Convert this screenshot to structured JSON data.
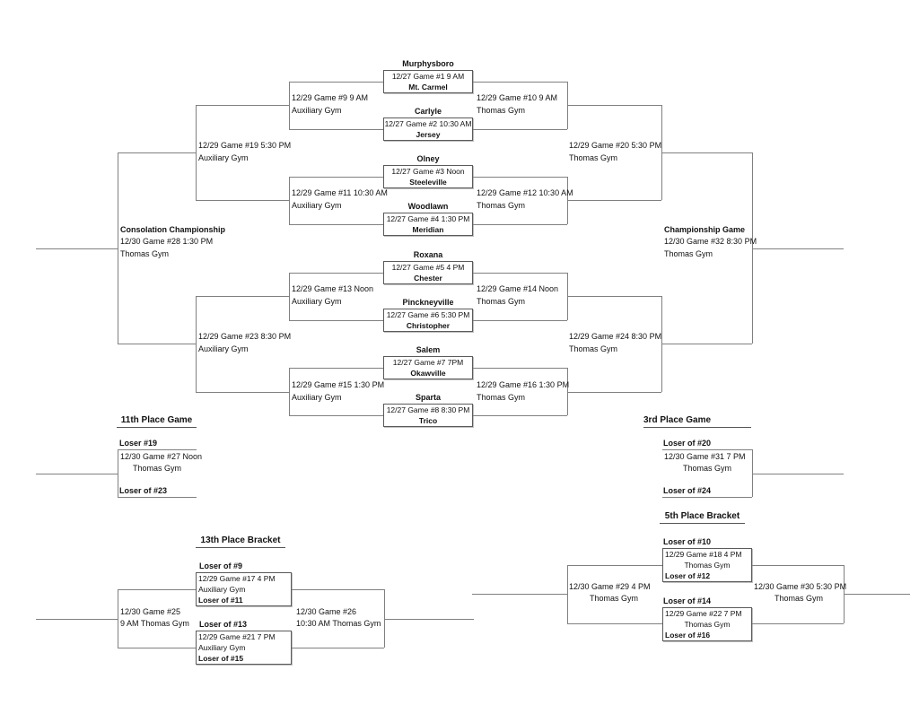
{
  "colors": {
    "background": "#ffffff",
    "line": "#808080",
    "box_border": "#5a5a5a",
    "text": "#111111"
  },
  "main": {
    "round1": [
      {
        "team1": "Murphysboro",
        "info": "12/27 Game #1 9 AM",
        "team2": "Mt. Carmel"
      },
      {
        "team1": "Carlyle",
        "info": "12/27 Game #2 10:30 AM",
        "team2": "Jersey"
      },
      {
        "team1": "Olney",
        "info": "12/27 Game #3 Noon",
        "team2": "Steeleville"
      },
      {
        "team1": "Woodlawn",
        "info": "12/27 Game #4 1:30 PM",
        "team2": "Meridian"
      },
      {
        "team1": "Roxana",
        "info": "12/27 Game #5 4 PM",
        "team2": "Chester"
      },
      {
        "team1": "Pinckneyville",
        "info": "12/27 Game #6 5:30 PM",
        "team2": "Christopher"
      },
      {
        "team1": "Salem",
        "info": "12/27 Game #7 7PM",
        "team2": "Okawville"
      },
      {
        "team1": "Sparta",
        "info": "12/27 Game #8 8:30 PM",
        "team2": "Trico"
      }
    ],
    "left_round2": [
      {
        "game": "12/29 Game #9 9 AM",
        "venue": "Auxiliary Gym"
      },
      {
        "game": "12/29 Game #11 10:30 AM",
        "venue": "Auxiliary Gym"
      },
      {
        "game": "12/29 Game #13 Noon",
        "venue": "Auxiliary Gym"
      },
      {
        "game": "12/29 Game #15 1:30 PM",
        "venue": "Auxiliary Gym"
      }
    ],
    "right_round2": [
      {
        "game": "12/29 Game #10 9 AM",
        "venue": "Thomas Gym"
      },
      {
        "game": "12/29 Game #12 10:30 AM",
        "venue": "Thomas Gym"
      },
      {
        "game": "12/29 Game #14 Noon",
        "venue": "Thomas Gym"
      },
      {
        "game": "12/29 Game #16 1:30 PM",
        "venue": "Thomas Gym"
      }
    ],
    "left_semis": [
      {
        "game": "12/29 Game #19 5:30 PM",
        "venue": "Auxiliary Gym"
      },
      {
        "game": "12/29 Game #23 8:30 PM",
        "venue": "Auxiliary Gym"
      }
    ],
    "right_semis": [
      {
        "game": "12/29 Game #20 5:30 PM",
        "venue": "Thomas Gym"
      },
      {
        "game": "12/29 Game #24 8:30 PM",
        "venue": "Thomas Gym"
      }
    ],
    "consolation": {
      "title": "Consolation Championship",
      "game": "12/30 Game #28 1:30 PM",
      "venue": "Thomas Gym"
    },
    "championship": {
      "title": "Championship Game",
      "game": "12/30 Game #32 8:30 PM",
      "venue": "Thomas Gym"
    }
  },
  "eleventh_place": {
    "title": "11th Place Game",
    "top_team": "Loser #19",
    "game": "12/30 Game #27 Noon",
    "venue": "Thomas Gym",
    "bottom_team": "Loser of #23"
  },
  "third_place": {
    "title": "3rd Place Game",
    "top_team": "Loser of #20",
    "game": "12/30 Game #31 7 PM",
    "venue": "Thomas Gym",
    "bottom_team": "Loser of #24"
  },
  "fifth_place": {
    "title": "5th Place Bracket",
    "games": [
      {
        "top_team": "Loser of #10",
        "game": "12/29 Game #18 4 PM",
        "venue": "Thomas Gym",
        "bottom_team": "Loser of #12"
      },
      {
        "top_team": "Loser of #14",
        "game": "12/29 Game #22 7 PM",
        "venue": "Thomas Gym",
        "bottom_team": "Loser of #16"
      }
    ],
    "left_final": {
      "game": "12/30 Game #29 4 PM",
      "venue": "Thomas Gym"
    },
    "right_final": {
      "game": "12/30 Game #30 5:30 PM",
      "venue": "Thomas Gym"
    }
  },
  "thirteenth_place": {
    "title": "13th Place Bracket",
    "games": [
      {
        "top_team": "Loser of #9",
        "game": "12/29 Game #17 4 PM",
        "venue": "Auxiliary Gym",
        "bottom_team": "Loser of #11"
      },
      {
        "top_team": "Loser of #13",
        "game": "12/29 Game #21 7 PM",
        "venue": "Auxiliary Gym",
        "bottom_team": "Loser of #15"
      }
    ],
    "left_final": {
      "game": "12/30 Game #25",
      "venue": "9 AM Thomas Gym"
    },
    "right_final": {
      "game": "12/30 Game #26",
      "venue": "10:30 AM Thomas Gym"
    }
  }
}
